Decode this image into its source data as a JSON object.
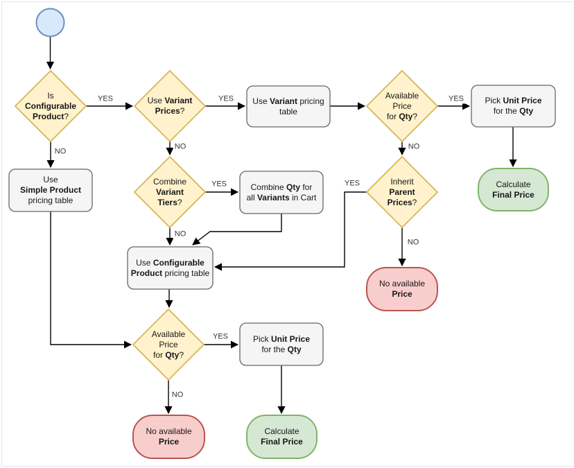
{
  "colors": {
    "decision_fill": "#fff2cc",
    "decision_stroke": "#d6b656",
    "process_fill": "#f5f5f5",
    "process_stroke": "#666666",
    "success_fill": "#d5e8d4",
    "success_stroke": "#82b366",
    "error_fill": "#f8cecc",
    "error_stroke": "#b85450",
    "start_fill": "#dae8fc",
    "start_stroke": "#6c8ebf",
    "edge_color": "#000000"
  },
  "nodes": {
    "start": {
      "label": ""
    },
    "is_configurable_product": {
      "label": "Is\n**Configurable**\n**Product**?"
    },
    "use_variant_prices": {
      "label": "Use **Variant**\n**Prices**?"
    },
    "use_variant_pricing_table": {
      "label": "Use **Variant** pricing\ntable"
    },
    "available_price_for_qty_1": {
      "label": "Available\nPrice\nfor **Qty**?"
    },
    "pick_unit_price_1": {
      "label": "Pick **Unit Price**\nfor the **Qty**"
    },
    "calculate_final_price_1": {
      "label": "Calculate\n**Final Price**"
    },
    "inherit_parent_prices": {
      "label": "Inherit\n**Parent**\n**Prices**?"
    },
    "no_available_price_1": {
      "label": "No available\n**Price**"
    },
    "combine_variant_tiers": {
      "label": "Combine\n**Variant**\n**Tiers**?"
    },
    "combine_qty_for_variants": {
      "label": "Combine **Qty** for\nall **Variants** in Cart"
    },
    "use_configurable_pricing_table": {
      "label": "Use **Configurable**\n**Product** pricing table"
    },
    "use_simple_pricing_table": {
      "label": "Use\n**Simple Product**\npricing table"
    },
    "available_price_for_qty_2": {
      "label": "Available\nPrice\nfor **Qty**?"
    },
    "pick_unit_price_2": {
      "label": "Pick **Unit Price**\nfor the **Qty**"
    },
    "no_available_price_2": {
      "label": "No available\n**Price**"
    },
    "calculate_final_price_2": {
      "label": "Calculate\n**Final Price**"
    }
  },
  "edges": {
    "configurable_yes": {
      "label": "YES"
    },
    "configurable_no": {
      "label": "NO"
    },
    "variant_prices_yes": {
      "label": "YES"
    },
    "variant_prices_no": {
      "label": "NO"
    },
    "available_qty1_yes": {
      "label": "YES"
    },
    "available_qty1_no": {
      "label": "NO"
    },
    "inherit_parent_yes": {
      "label": "YES"
    },
    "inherit_parent_no": {
      "label": "NO"
    },
    "combine_tiers_yes": {
      "label": "YES"
    },
    "combine_tiers_no": {
      "label": "NO"
    },
    "available_qty2_yes": {
      "label": "YES"
    },
    "available_qty2_no": {
      "label": "NO"
    }
  }
}
